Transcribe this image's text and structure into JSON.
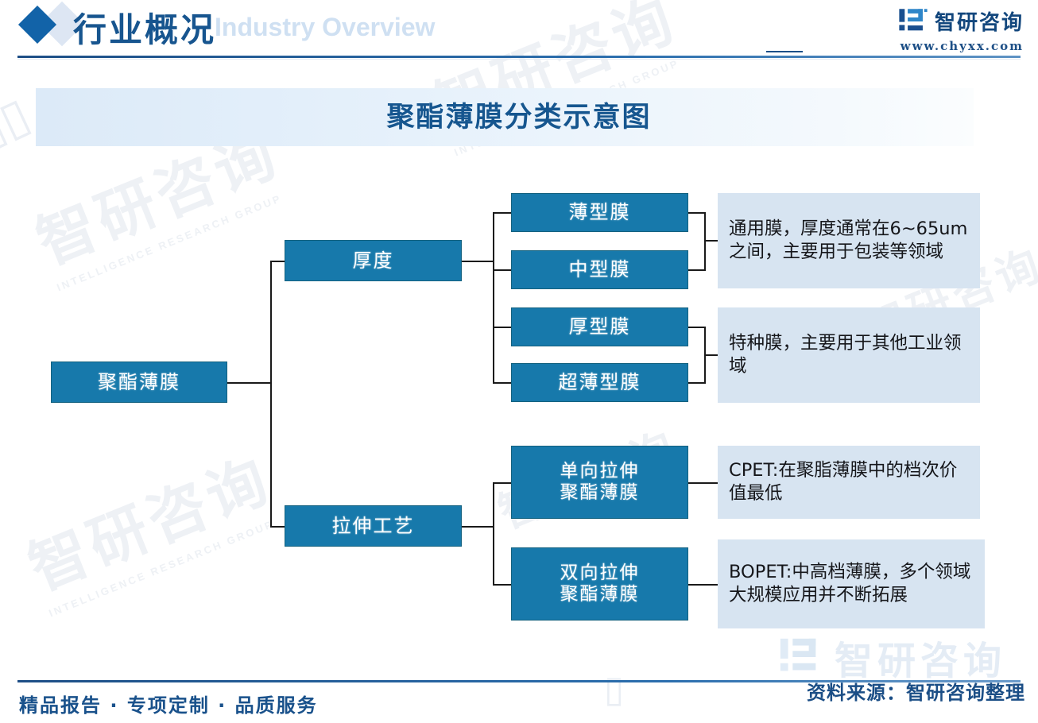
{
  "header": {
    "title": "行业概况",
    "subtitle": "Industry Overview",
    "diamond_icon": "diamond-icon",
    "brand_name": "智研咨询",
    "brand_url": "www.chyxx.com",
    "accent_color": "#17558f"
  },
  "banner": {
    "title": "聚酯薄膜分类示意图"
  },
  "diagram": {
    "root": {
      "label": "聚酯薄膜"
    },
    "branches": [
      {
        "label": "厚度",
        "groups": [
          {
            "leaves": [
              "薄型膜",
              "中型膜"
            ],
            "description": "通用膜，厚度通常在6~65um之间，主要用于包装等领域"
          },
          {
            "leaves": [
              "厚型膜",
              "超薄型膜"
            ],
            "description": "特种膜，主要用于其他工业领域"
          }
        ]
      },
      {
        "label": "拉伸工艺",
        "groups": [
          {
            "leaves": [
              "单向拉伸\n聚酯薄膜"
            ],
            "description": "CPET:在聚脂薄膜中的档次价值最低"
          },
          {
            "leaves": [
              "双向拉伸\n聚酯薄膜"
            ],
            "description": "BOPET:中高档薄膜，多个领域大规模应用并不断拓展"
          }
        ]
      }
    ],
    "node_color": "#1779ab",
    "desc_color": "#d7e4f1"
  },
  "nodes": {
    "root": "聚酯薄膜",
    "thickness": "厚度",
    "stretch": "拉伸工艺",
    "thin": "薄型膜",
    "medium": "中型膜",
    "thick": "厚型膜",
    "ultrathin": "超薄型膜",
    "uniaxial": "单向拉伸\n聚酯薄膜",
    "biaxial": "双向拉伸\n聚酯薄膜"
  },
  "descriptions": {
    "general": "通用膜，厚度通常在6~65um之间，主要用于包装等领域",
    "special": "特种膜，主要用于其他工业领域",
    "cpet": "CPET:在聚脂薄膜中的档次价值最低",
    "bopet": "BOPET:中高档薄膜，多个领域大规模应用并不断拓展"
  },
  "footer": {
    "slogan": "精品报告 · 专项定制 · 品质服务",
    "source": "资料来源：智研咨询整理"
  },
  "watermark": {
    "text": "智研咨询",
    "subtext": "INTELLIGENCE RESEARCH GROUP"
  }
}
